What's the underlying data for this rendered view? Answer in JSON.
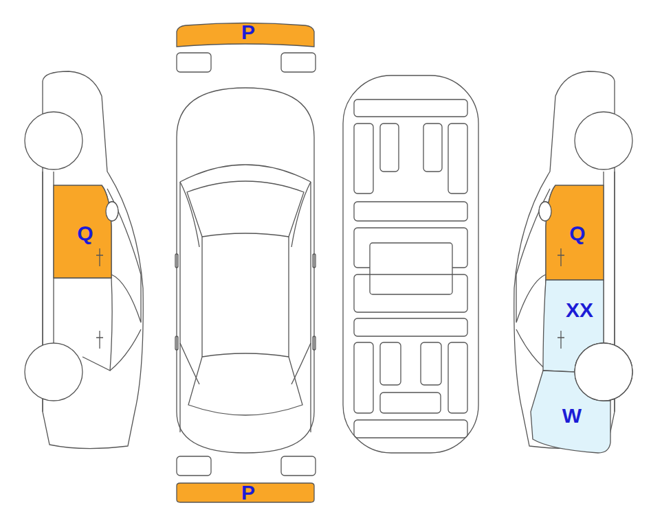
{
  "diagram": {
    "nodes": [
      {
        "text": [
          "P"
        ]
      },
      {
        "text": [
          "Q"
        ]
      },
      {
        "text": [
          "Q"
        ]
      },
      {
        "text": [
          "XX"
        ]
      },
      {
        "text": [
          "W"
        ]
      },
      {
        "text": [
          "P"
        ]
      }
    ]
  }
}
